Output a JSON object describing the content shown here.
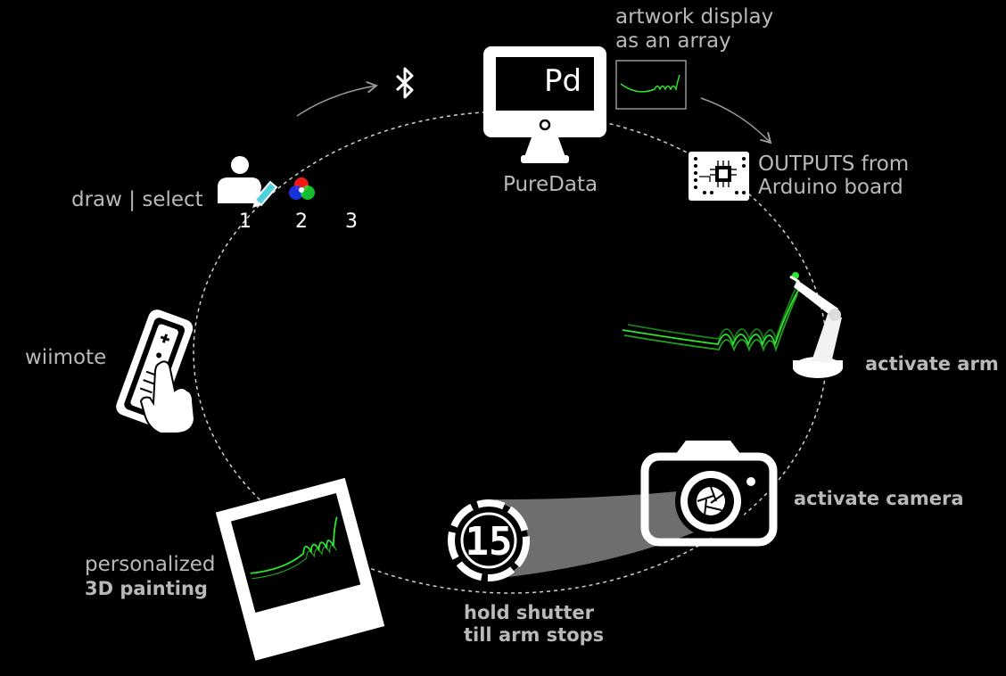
{
  "labels": {
    "artwork_line1": "artwork display",
    "artwork_line2": "as an array",
    "puredata": "PureData",
    "pd": "Pd",
    "outputs_line1": "OUTPUTS from",
    "outputs_line2": "Arduino board",
    "draw_select": "draw | select",
    "step1": "1",
    "step2": "2",
    "step3": "3",
    "wiimote": "wiimote",
    "activate_arm": "activate arm",
    "activate_camera": "activate camera",
    "personalized": "personalized",
    "painting": "3D painting",
    "hold_line1": "hold shutter",
    "hold_line2": "till arm stops",
    "counter": "15"
  },
  "icons": [
    "bluetooth-icon",
    "monitor-icon",
    "artwork-thumbnail",
    "arduino-board-icon",
    "user-draw-icon",
    "rgb-color-icon",
    "wiimote-hand-icon",
    "robot-arm-icon",
    "camera-icon",
    "countdown-timer-icon",
    "polaroid-icon"
  ],
  "colors": {
    "background": "#000000",
    "text": "#b9b9b9",
    "stroke_green": "#2ee62e",
    "pencil": "#4fd1e0",
    "beam": "#7a7a7a"
  }
}
